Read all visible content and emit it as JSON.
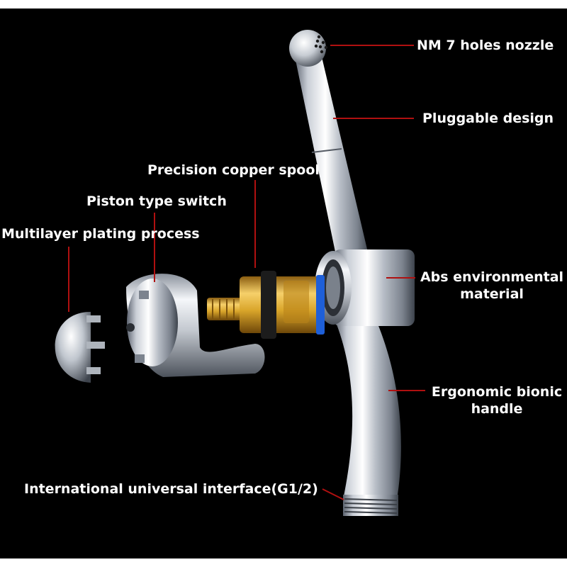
{
  "colors": {
    "background": "#000000",
    "label_text": "#ffffff",
    "leader_line": "#b01010",
    "chrome_light": "#f4f6f8",
    "chrome_dark": "#5d6470",
    "brass": "#d9a52a",
    "seal_blue": "#1e5fd8"
  },
  "labels": {
    "nozzle": "NM 7 holes nozzle",
    "pluggable": "Pluggable design",
    "spool": "Precision copper spool",
    "piston": "Piston type switch",
    "plating": "Multilayer plating process",
    "abs_line1": "Abs environmental",
    "abs_line2": "material",
    "handle_line1": "Ergonomic bionic",
    "handle_line2": "handle",
    "interface": "International universal interface(G1/2)"
  },
  "components": [
    "nozzle-head",
    "nozzle-tube",
    "valve-body",
    "curved-handle",
    "thread-connector",
    "brass-cartridge",
    "switch-lever",
    "end-cap"
  ]
}
